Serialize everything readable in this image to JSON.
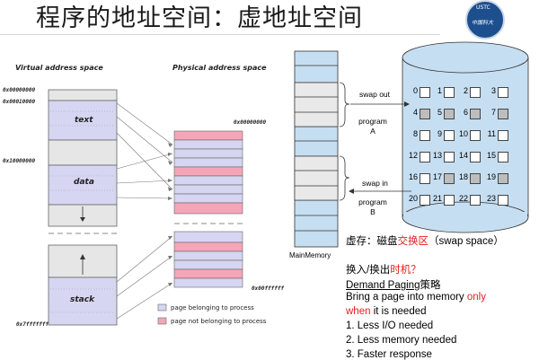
{
  "slide": {
    "title": "程序的地址空间：虚地址空间",
    "logo_text": "USTC",
    "logo_sub": "中国科大"
  },
  "left_diagram": {
    "virtual_label": "Virtual address space",
    "physical_label": "Physical address space",
    "v_addr_top": "0x00000000",
    "v_addr_text": "0x00010000",
    "v_addr_data": "0x10000000",
    "v_addr_bottom": "0x7fffffff",
    "p_addr_top": "0x00000000",
    "p_addr_bottom": "0x00ffffff",
    "seg_text": "text",
    "seg_data": "data",
    "seg_stack": "stack",
    "legend_in": "page belonging to process",
    "legend_out": "page not belonging to process",
    "color_in": "#d6d6f2",
    "color_out": "#f4a6b8"
  },
  "right_diagram": {
    "main_memory_label": "MainMemory",
    "swap_out": "swap out",
    "swap_in": "swap in",
    "program_a": "program",
    "program_a2": "A",
    "program_b": "program",
    "program_b2": "B",
    "disk_cells": [
      [
        "0",
        "1",
        "2",
        "3"
      ],
      [
        "4",
        "5",
        "6",
        "7"
      ],
      [
        "8",
        "9",
        "10",
        "11"
      ],
      [
        "12",
        "13",
        "14",
        "15"
      ],
      [
        "16",
        "17",
        "18",
        "19"
      ],
      [
        "20",
        "21",
        "22",
        "23"
      ]
    ],
    "disk_color": "#c6def1"
  },
  "notes": {
    "line1_pre": "虚存：磁盘",
    "line1_red": "交换区",
    "line1_post": "（swap space）",
    "line2_pre": "换入/换出",
    "line2_red": "时机？",
    "line3_ul": "Demand Paging",
    "line3_post": "策略",
    "line4_pre": "Bring a page into memory ",
    "line4_red": "only",
    "line5_red": "when",
    "line5_post": " it is needed",
    "line6": "1. Less I/O needed",
    "line7": "2. Less memory needed",
    "line8": "3. Faster response"
  }
}
